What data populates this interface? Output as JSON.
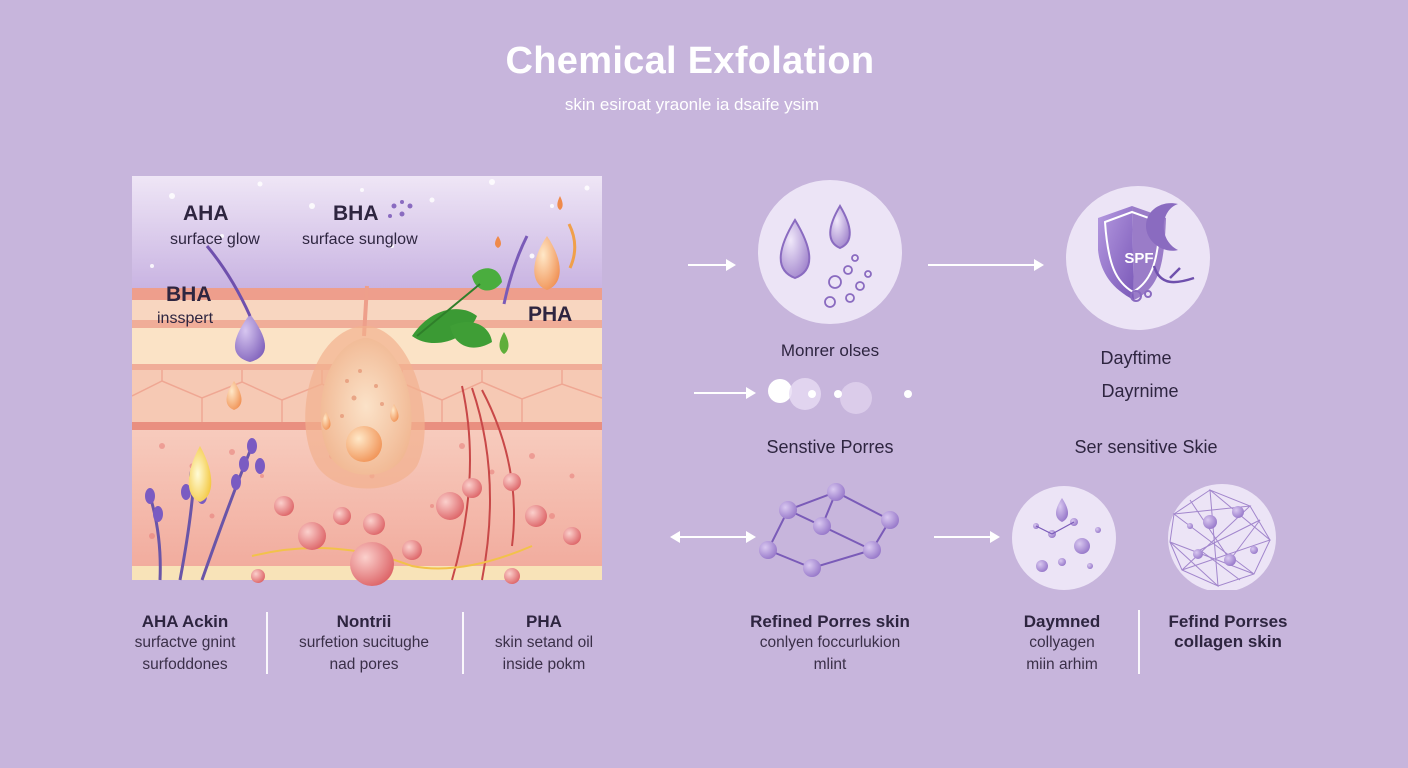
{
  "header": {
    "title": "Chemical Exfolation",
    "subtitle": "skin esiroat yraonle ia dsaife ysim"
  },
  "skin_panel": {
    "aha_label": "AHA",
    "aha_sub": "surface glow",
    "bha_top_label": "BHA",
    "bha_top_sub": "surface sunglow",
    "bha_left_label": "BHA",
    "bha_left_sub": "insspert",
    "pha_label": "PHA"
  },
  "bottom_left": [
    {
      "head": "AHA Ackin",
      "lines": [
        "surfactve gnint",
        "surfoddones"
      ]
    },
    {
      "head": "Nontrii",
      "lines": [
        "surfetion sucitughe",
        "nad pores"
      ]
    },
    {
      "head": "PHA",
      "lines": [
        "skin setand oil",
        "inside pokm"
      ]
    }
  ],
  "right_panel": {
    "circle1_caption": "Monrer olses",
    "spf_text": "SPF",
    "daytime_1": "Dayftime",
    "daytime_2": "Dayrnime",
    "sensitive_pores": "Senstive Porres",
    "sensitive_skin": "Ser sensitive Skie",
    "refined_head": "Refined Porres skin",
    "refined_lines": [
      "conlyen foccurlukion",
      "mlint"
    ],
    "daymed_head": "Daymned",
    "daymed_lines": [
      "collyagen",
      "miin arhim"
    ],
    "fefind_head": "Fefind Porrses",
    "fefind_lines": [
      "collagen skin"
    ]
  },
  "colors": {
    "background": "#c7b5dc",
    "accent_purple": "#8a6bc0",
    "skin_pink": "#f2b8a8"
  }
}
